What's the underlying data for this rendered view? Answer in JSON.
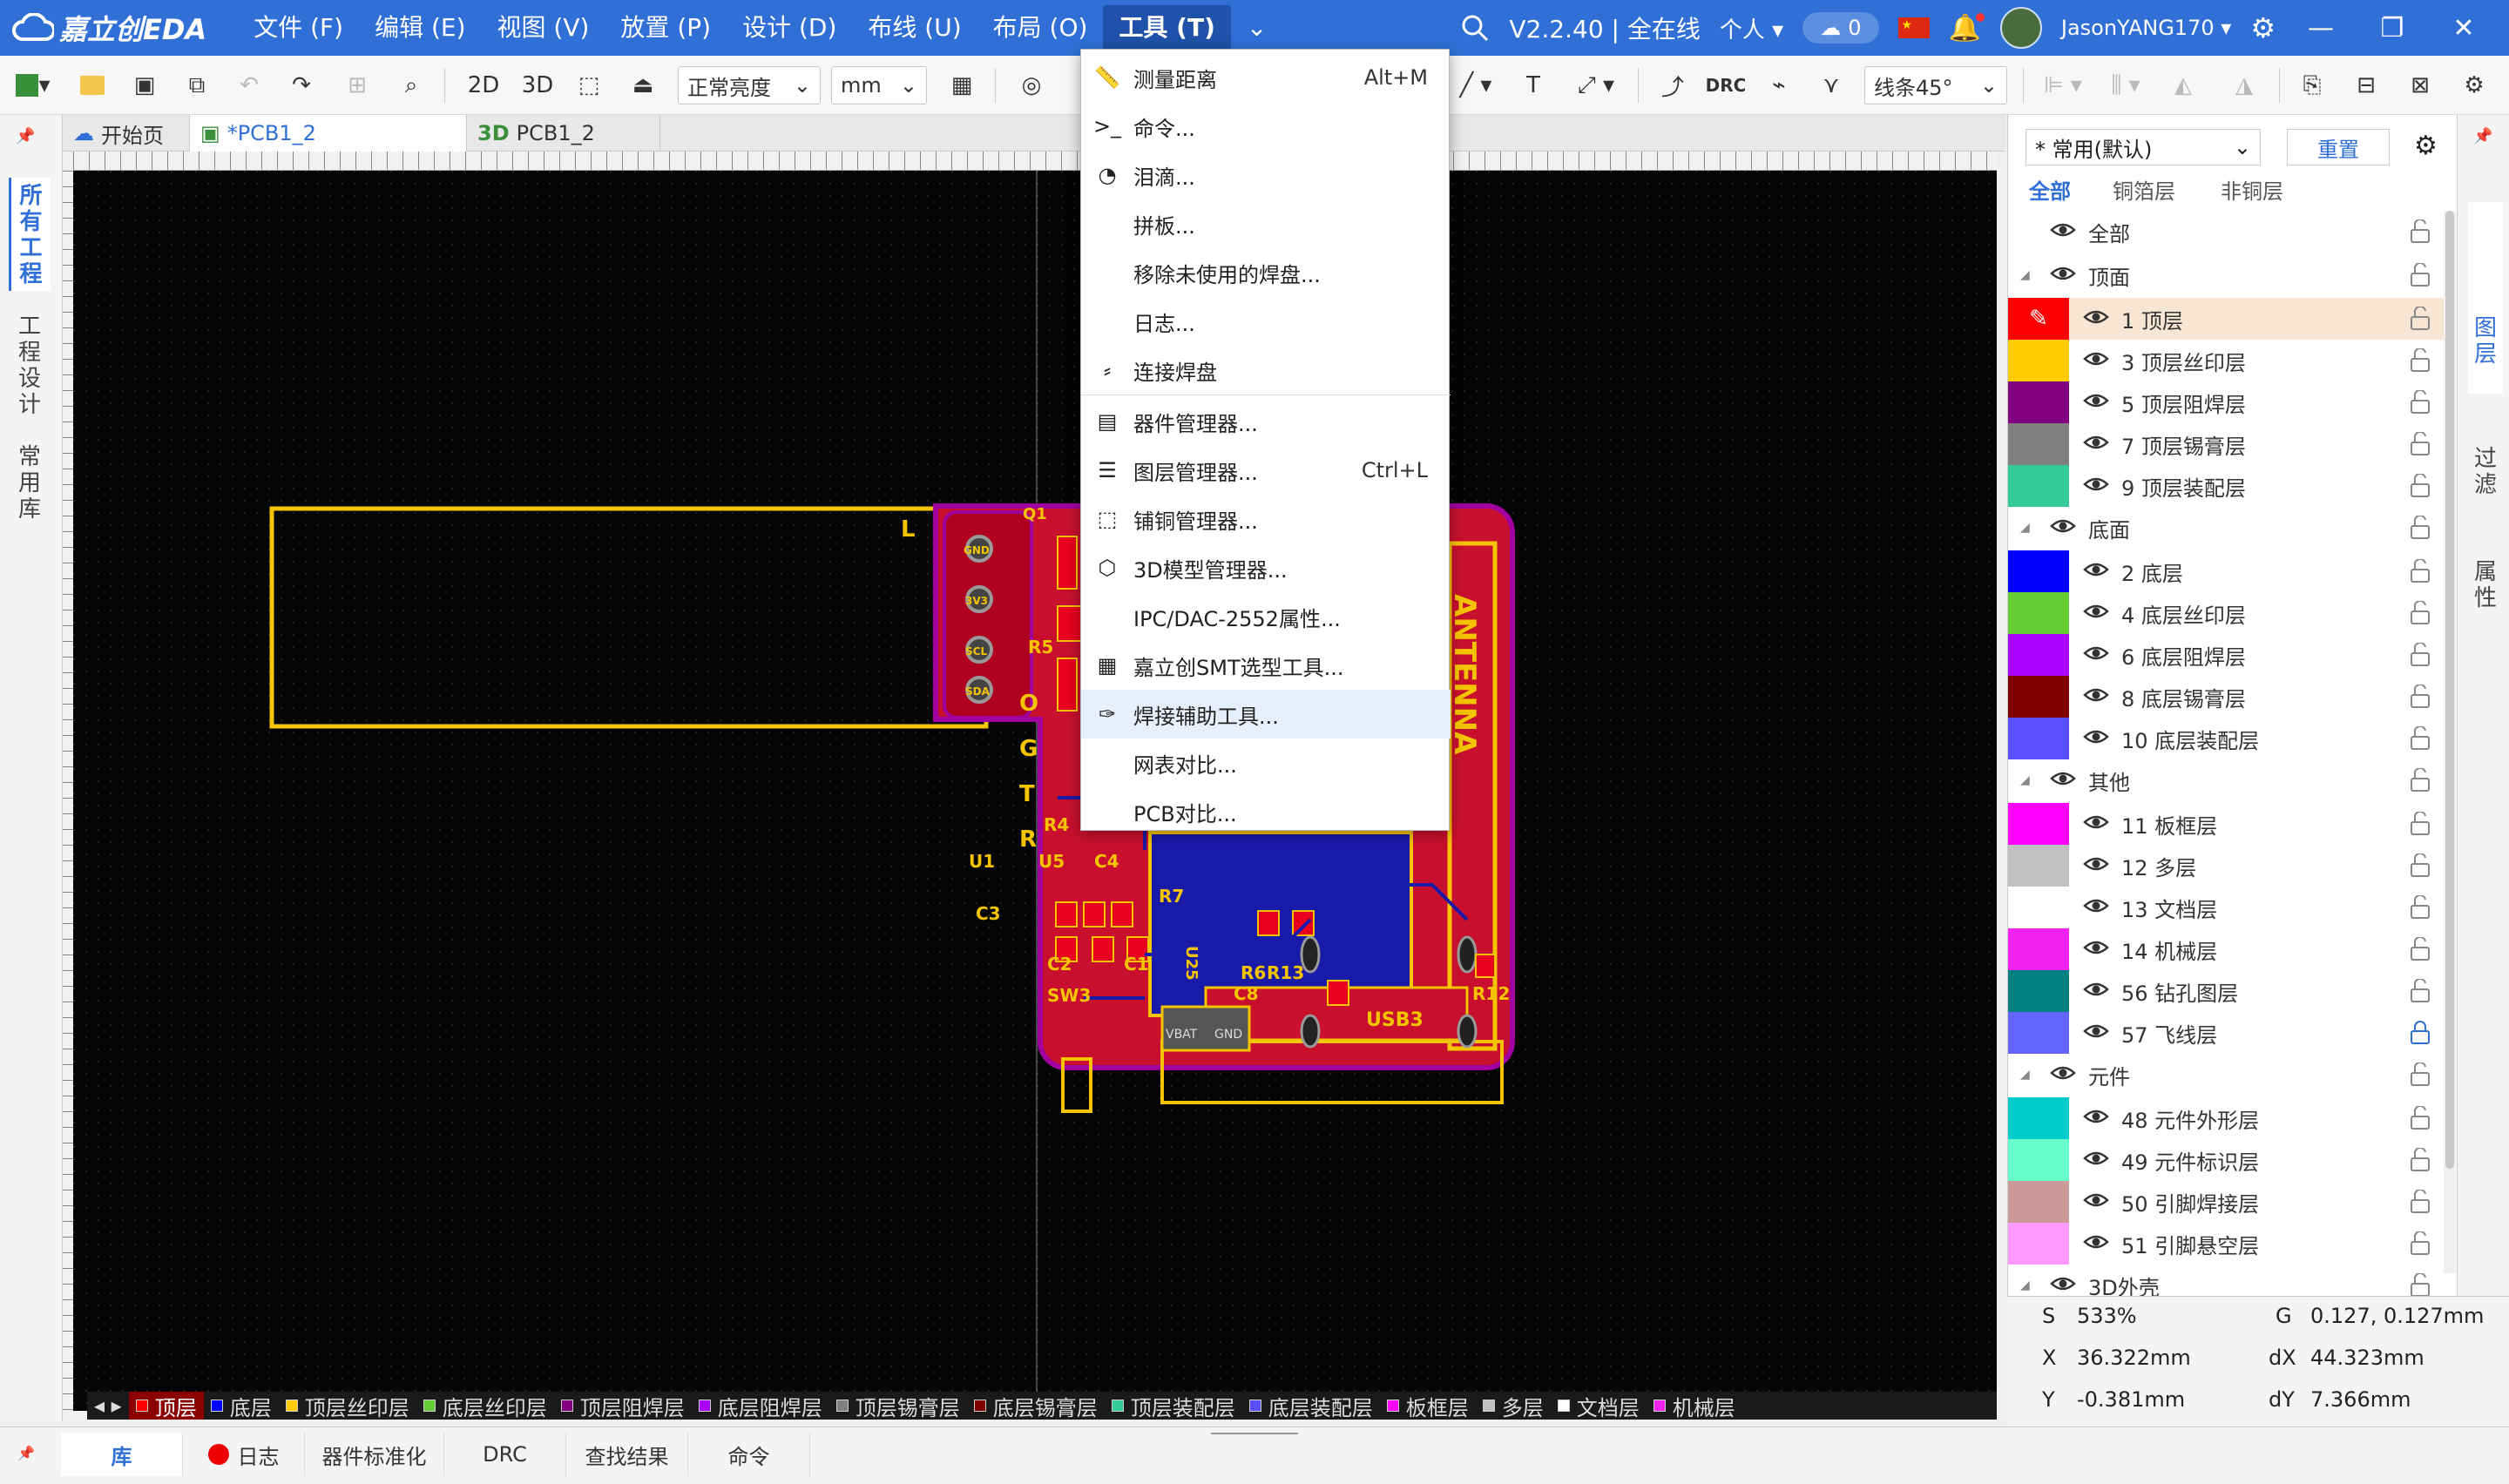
{
  "app": {
    "name": "嘉立创EDA",
    "version": "V2.2.40 | 全在线",
    "mode": "个人",
    "cloud_count": "0",
    "user": "JasonYANG170"
  },
  "menu": [
    {
      "label": "文件 (F)"
    },
    {
      "label": "编辑 (E)"
    },
    {
      "label": "视图 (V)"
    },
    {
      "label": "放置 (P)"
    },
    {
      "label": "设计 (D)"
    },
    {
      "label": "布线 (U)"
    },
    {
      "label": "布局 (O)"
    },
    {
      "label": "工具 (T)"
    }
  ],
  "toolbar": {
    "mode_2d": "2D",
    "mode_3d": "3D",
    "brightness": "正常亮度",
    "unit": "mm",
    "drc": "DRC",
    "route_angle": "线条45°"
  },
  "tabs": [
    {
      "label": "开始页"
    },
    {
      "label": "*PCB1_2"
    },
    {
      "label": "3D",
      "label2": "PCB1_2"
    }
  ],
  "left_tabs": [
    "所有工程",
    "工程设计",
    "常用库"
  ],
  "tools_menu": [
    {
      "label": "测量距离",
      "shortcut": "Alt+M",
      "icon": "ruler-icon"
    },
    {
      "label": "命令...",
      "shortcut": "",
      "icon": "terminal-icon"
    },
    {
      "label": "泪滴...",
      "shortcut": "",
      "icon": "teardrop-icon"
    },
    {
      "label": "拼板...",
      "shortcut": "",
      "icon": ""
    },
    {
      "label": "移除未使用的焊盘...",
      "shortcut": "",
      "icon": ""
    },
    {
      "label": "日志...",
      "shortcut": "",
      "icon": ""
    },
    {
      "label": "连接焊盘",
      "shortcut": "",
      "icon": "connect-pads-icon"
    },
    {
      "label": "器件管理器...",
      "shortcut": "",
      "icon": "device-manager-icon"
    },
    {
      "label": "图层管理器...",
      "shortcut": "Ctrl+L",
      "icon": "layer-manager-icon"
    },
    {
      "label": "铺铜管理器...",
      "shortcut": "",
      "icon": "copper-manager-icon"
    },
    {
      "label": "3D模型管理器...",
      "shortcut": "",
      "icon": "cube-icon"
    },
    {
      "label": "IPC/DAC-2552属性...",
      "shortcut": "",
      "icon": ""
    },
    {
      "label": "嘉立创SMT选型工具...",
      "shortcut": "",
      "icon": "smt-icon"
    },
    {
      "label": "焊接辅助工具...",
      "shortcut": "",
      "icon": "soldering-icon"
    },
    {
      "label": "网表对比...",
      "shortcut": "",
      "icon": ""
    },
    {
      "label": "PCB对比...",
      "shortcut": "",
      "icon": ""
    }
  ],
  "layer_panel": {
    "preset": "* 常用(默认)",
    "reset": "重置",
    "filters": [
      "全部",
      "铜箔层",
      "非铜层"
    ],
    "rows": [
      {
        "type": "group",
        "label": "全部"
      },
      {
        "type": "group",
        "label": "顶面"
      },
      {
        "type": "layer",
        "label": "1 顶层",
        "color": "#ff0000",
        "selected": true
      },
      {
        "type": "layer",
        "label": "3 顶层丝印层",
        "color": "#ffcc00"
      },
      {
        "type": "layer",
        "label": "5 顶层阻焊层",
        "color": "#800080"
      },
      {
        "type": "layer",
        "label": "7 顶层锡膏层",
        "color": "#808080"
      },
      {
        "type": "layer",
        "label": "9 顶层装配层",
        "color": "#33cc99"
      },
      {
        "type": "group",
        "label": "底面"
      },
      {
        "type": "layer",
        "label": "2 底层",
        "color": "#0000ff"
      },
      {
        "type": "layer",
        "label": "4 底层丝印层",
        "color": "#66cc33"
      },
      {
        "type": "layer",
        "label": "6 底层阻焊层",
        "color": "#aa00ff"
      },
      {
        "type": "layer",
        "label": "8 底层锡膏层",
        "color": "#800000"
      },
      {
        "type": "layer",
        "label": "10 底层装配层",
        "color": "#5a4fff"
      },
      {
        "type": "group",
        "label": "其他"
      },
      {
        "type": "layer",
        "label": "11 板框层",
        "color": "#ff00ff"
      },
      {
        "type": "layer",
        "label": "12 多层",
        "color": "#c0c0c0"
      },
      {
        "type": "layer",
        "label": "13 文档层",
        "color": "#ffffff"
      },
      {
        "type": "layer",
        "label": "14 机械层",
        "color": "#f022f0"
      },
      {
        "type": "layer",
        "label": "56 钻孔图层",
        "color": "#008080"
      },
      {
        "type": "layer",
        "label": "57 飞线层",
        "color": "#6464ff",
        "locked": true
      },
      {
        "type": "group",
        "label": "元件"
      },
      {
        "type": "layer",
        "label": "48 元件外形层",
        "color": "#00cccc"
      },
      {
        "type": "layer",
        "label": "49 元件标识层",
        "color": "#66ffcc"
      },
      {
        "type": "layer",
        "label": "50 引脚焊接层",
        "color": "#cc9999"
      },
      {
        "type": "layer",
        "label": "51 引脚悬空层",
        "color": "#ff99ff"
      },
      {
        "type": "group",
        "label": "3D外壳"
      }
    ]
  },
  "right_tabs": [
    "图层",
    "过滤",
    "属性"
  ],
  "coords": {
    "s_label": "S",
    "s": "533%",
    "g_label": "G",
    "g": "0.127, 0.127mm",
    "x_label": "X",
    "x": "36.322mm",
    "dx_label": "dX",
    "dx": "44.323mm",
    "y_label": "Y",
    "y": "-0.381mm",
    "dy_label": "dY",
    "dy": "7.366mm"
  },
  "layer_bar": [
    {
      "label": "顶层",
      "color": "#ff0000"
    },
    {
      "label": "底层",
      "color": "#0000ff"
    },
    {
      "label": "顶层丝印层",
      "color": "#ffcc00"
    },
    {
      "label": "底层丝印层",
      "color": "#66cc33"
    },
    {
      "label": "顶层阻焊层",
      "color": "#800080"
    },
    {
      "label": "底层阻焊层",
      "color": "#aa00ff"
    },
    {
      "label": "顶层锡膏层",
      "color": "#808080"
    },
    {
      "label": "底层锡膏层",
      "color": "#800000"
    },
    {
      "label": "顶层装配层",
      "color": "#33cc99"
    },
    {
      "label": "底层装配层",
      "color": "#5a4fff"
    },
    {
      "label": "板框层",
      "color": "#ff00ff"
    },
    {
      "label": "多层",
      "color": "#c0c0c0"
    },
    {
      "label": "文档层",
      "color": "#ffffff"
    },
    {
      "label": "机械层",
      "color": "#f022f0"
    }
  ],
  "bottom_tabs": [
    "库",
    "日志",
    "器件标准化",
    "DRC",
    "查找结果",
    "命令"
  ],
  "pcb": {
    "antenna": "ANTENNA",
    "usb": "USB3",
    "pins": [
      "GND",
      "3V3",
      "SCL",
      "SDA"
    ],
    "labels": [
      "O",
      "G",
      "T",
      "R",
      "R5",
      "R4",
      "U1",
      "U5",
      "C4",
      "C3",
      "C2",
      "C1",
      "R7",
      "U25",
      "R6",
      "R13",
      "C8",
      "R12",
      "SW3",
      "VBAT",
      "GND",
      "Q1",
      "L"
    ]
  }
}
